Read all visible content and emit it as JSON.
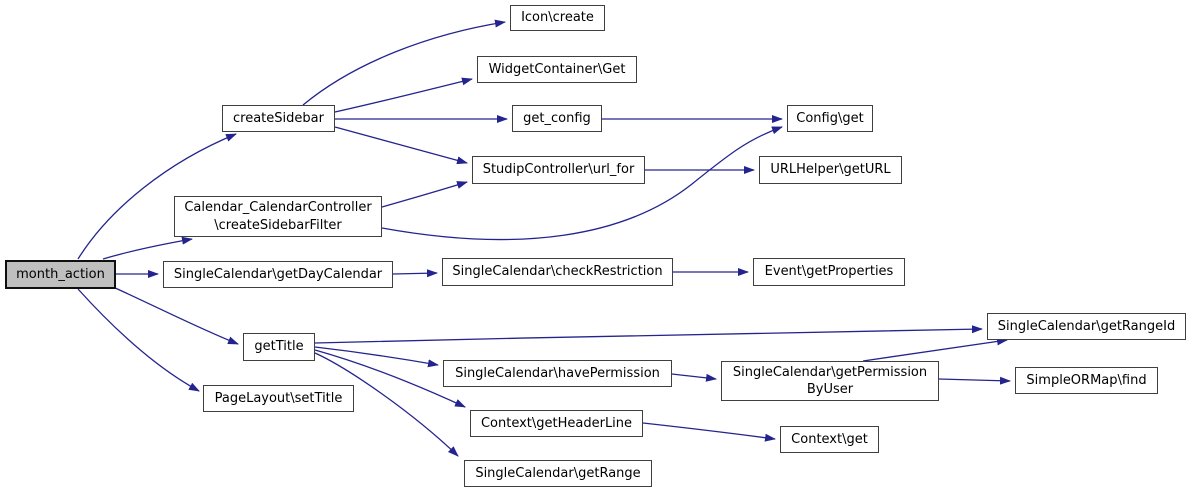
{
  "diagram": {
    "title": "month_action call graph",
    "type": "call-graph",
    "colors": {
      "edge": "#24248f",
      "node_fill": "#ffffff",
      "node_border": "#3f3f3f",
      "root_fill": "#bfbfbf",
      "text": "#000000"
    },
    "nodes": [
      {
        "id": "month_action",
        "root": true,
        "lines": [
          "month_action"
        ]
      },
      {
        "id": "create_sidebar",
        "root": false,
        "lines": [
          "createSidebar"
        ]
      },
      {
        "id": "create_sidebar_filter",
        "root": false,
        "lines": [
          "Calendar_CalendarController",
          "\\createSidebarFilter"
        ]
      },
      {
        "id": "get_day_calendar",
        "root": false,
        "lines": [
          "SingleCalendar\\getDayCalendar"
        ]
      },
      {
        "id": "get_title",
        "root": false,
        "lines": [
          "getTitle"
        ]
      },
      {
        "id": "set_title",
        "root": false,
        "lines": [
          "PageLayout\\setTitle"
        ]
      },
      {
        "id": "icon_create",
        "root": false,
        "lines": [
          "Icon\\create"
        ]
      },
      {
        "id": "widget_container_get",
        "root": false,
        "lines": [
          "WidgetContainer\\Get"
        ]
      },
      {
        "id": "get_config",
        "root": false,
        "lines": [
          "get_config"
        ]
      },
      {
        "id": "url_for",
        "root": false,
        "lines": [
          "StudipController\\url_for"
        ]
      },
      {
        "id": "config_get",
        "root": false,
        "lines": [
          "Config\\get"
        ]
      },
      {
        "id": "url_helper_get_url",
        "root": false,
        "lines": [
          "URLHelper\\getURL"
        ]
      },
      {
        "id": "check_restriction",
        "root": false,
        "lines": [
          "SingleCalendar\\checkRestriction"
        ]
      },
      {
        "id": "event_get_properties",
        "root": false,
        "lines": [
          "Event\\getProperties"
        ]
      },
      {
        "id": "have_permission",
        "root": false,
        "lines": [
          "SingleCalendar\\havePermission"
        ]
      },
      {
        "id": "get_permission_by_user",
        "root": false,
        "lines": [
          "SingleCalendar\\getPermission",
          "ByUser"
        ]
      },
      {
        "id": "context_get_header_line",
        "root": false,
        "lines": [
          "Context\\getHeaderLine"
        ]
      },
      {
        "id": "context_get",
        "root": false,
        "lines": [
          "Context\\get"
        ]
      },
      {
        "id": "get_range",
        "root": false,
        "lines": [
          "SingleCalendar\\getRange"
        ]
      },
      {
        "id": "get_range_id",
        "root": false,
        "lines": [
          "SingleCalendar\\getRangeId"
        ]
      },
      {
        "id": "simple_ormap_find",
        "root": false,
        "lines": [
          "SimpleORMap\\find"
        ]
      }
    ],
    "edges": [
      {
        "from": "month_action",
        "to": "create_sidebar"
      },
      {
        "from": "month_action",
        "to": "create_sidebar_filter"
      },
      {
        "from": "month_action",
        "to": "get_day_calendar"
      },
      {
        "from": "month_action",
        "to": "get_title"
      },
      {
        "from": "month_action",
        "to": "set_title"
      },
      {
        "from": "create_sidebar",
        "to": "icon_create"
      },
      {
        "from": "create_sidebar",
        "to": "widget_container_get"
      },
      {
        "from": "create_sidebar",
        "to": "get_config"
      },
      {
        "from": "create_sidebar",
        "to": "url_for"
      },
      {
        "from": "create_sidebar_filter",
        "to": "url_for"
      },
      {
        "from": "create_sidebar_filter",
        "to": "config_get"
      },
      {
        "from": "get_config",
        "to": "config_get"
      },
      {
        "from": "url_for",
        "to": "url_helper_get_url"
      },
      {
        "from": "get_day_calendar",
        "to": "check_restriction"
      },
      {
        "from": "check_restriction",
        "to": "event_get_properties"
      },
      {
        "from": "get_title",
        "to": "get_range_id"
      },
      {
        "from": "get_title",
        "to": "have_permission"
      },
      {
        "from": "get_title",
        "to": "context_get_header_line"
      },
      {
        "from": "get_title",
        "to": "get_range"
      },
      {
        "from": "have_permission",
        "to": "get_permission_by_user"
      },
      {
        "from": "get_permission_by_user",
        "to": "get_range_id"
      },
      {
        "from": "get_permission_by_user",
        "to": "simple_ormap_find"
      },
      {
        "from": "context_get_header_line",
        "to": "context_get"
      }
    ]
  }
}
